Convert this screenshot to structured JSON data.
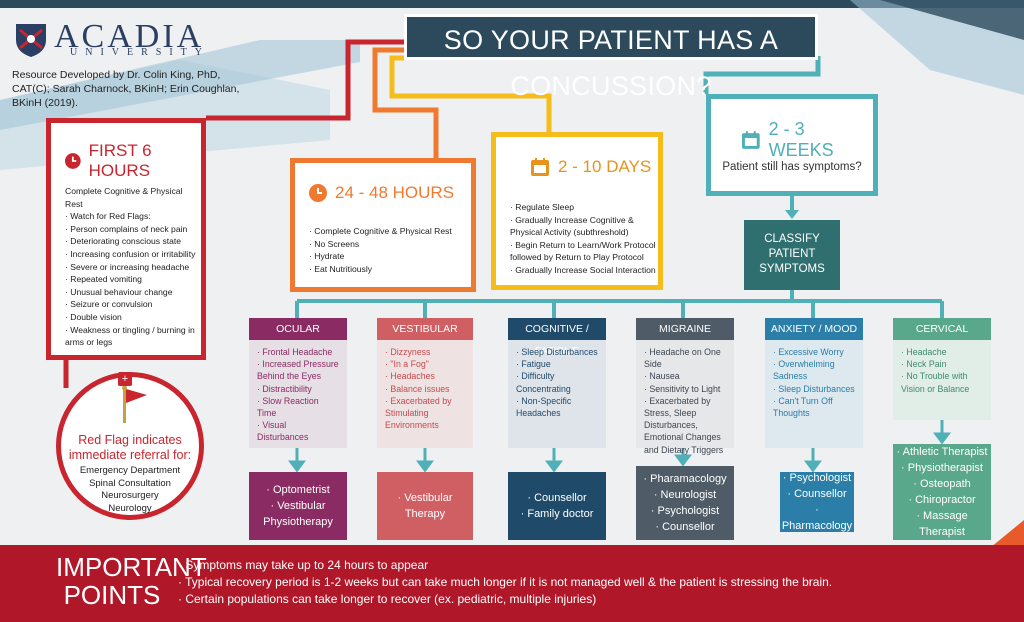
{
  "header": {
    "title": "SO YOUR PATIENT HAS A CONCUSSION?",
    "logo_name": "ACADIA",
    "logo_sub": "UNIVERSITY",
    "credit": "Resource Developed by Dr. Colin King, PhD, CAT(C); Sarah Charnock, BKinH; Erin Coughlan, BKinH (2019)."
  },
  "colors": {
    "first6": "#c8252f",
    "h2448": "#ef7a2f",
    "d210": "#f4bd1c",
    "w23": "#4fb0b8",
    "classify": "#2f6f70",
    "ocular": "#8b2b63",
    "vestibular": "#d05f64",
    "cognitive": "#1f4a6a",
    "migraine": "#4f5b66",
    "anxiety": "#2a7ea7",
    "cervical": "#5aa88c",
    "connector": "#4fb0b8",
    "bottom": "#b0182a"
  },
  "stages": {
    "first6": {
      "icon": "clock-icon",
      "title": "FIRST 6 HOURS",
      "items": [
        "Complete Cognitive & Physical Rest",
        "Watch for Red Flags:",
        "Person complains of neck pain",
        "Deteriorating conscious state",
        "Increasing confusion or irritability",
        "Severe or increasing headache",
        "Repeated vomiting",
        "Unusual behaviour change",
        "Seizure or convulsion",
        "Double vision",
        "Weakness or tingling / burning in arms or legs"
      ]
    },
    "h2448": {
      "icon": "clock-icon",
      "title": "24 - 48 HOURS",
      "items": [
        "Complete Cognitive & Physical Rest",
        "No Screens",
        "Hydrate",
        "Eat Nutritiously"
      ]
    },
    "d210": {
      "icon": "calendar-icon",
      "title": "2 - 10 DAYS",
      "items": [
        "Regulate Sleep",
        "Gradually Increase Cognitive & Physical Activity (subthreshold)",
        "Begin Return to Learn/Work Protocol followed by Return to Play Protocol",
        "Gradually Increase Social Interaction"
      ]
    },
    "w23": {
      "icon": "calendar-icon",
      "title": "2 - 3 WEEKS",
      "question": "Patient still has symptoms?"
    }
  },
  "classify": {
    "line1": "CLASSIFY",
    "line2": "PATIENT",
    "line3": "SYMPTOMS"
  },
  "red_flag": {
    "icon": "red-flag-icon",
    "title_line1": "Red Flag indicates",
    "title_line2": "immediate referral for:",
    "items": [
      "Emergency Department",
      "Spinal Consultation",
      "Neurosurgery",
      "Neurology"
    ]
  },
  "categories": [
    {
      "name": "OCULAR",
      "symptoms": [
        "Frontal Headache",
        "Increased Pressure Behind the Eyes",
        "Distractibility",
        "Slow Reaction Time",
        "Visual Disturbances"
      ],
      "referrals": [
        "Optometrist",
        "Vestibular Physiotherapy"
      ]
    },
    {
      "name": "VESTIBULAR",
      "symptoms": [
        "Dizzyness",
        "\"In a Fog\"",
        "Headaches",
        "Balance issues",
        "Exacerbated by Stimulating Environments"
      ],
      "referrals": [
        "Vestibular Therapy"
      ]
    },
    {
      "name": "COGNITIVE / FATIGUE",
      "symptoms": [
        "Sleep Disturbances",
        "Fatigue",
        "Difficulty Concentrating",
        "Non-Specific Headaches"
      ],
      "referrals": [
        "Counsellor",
        "Family doctor"
      ]
    },
    {
      "name": "MIGRAINE",
      "symptoms": [
        "Headache on One Side",
        "Nausea",
        "Sensitivity to Light",
        "Exacerbated by Stress, Sleep Disturbances, Emotional Changes and Dietary Triggers"
      ],
      "referrals": [
        "Pharamacology",
        "Neurologist",
        "Psychologist",
        "Counsellor"
      ]
    },
    {
      "name": "ANXIETY / MOOD",
      "symptoms": [
        "Excessive Worry",
        "Overwhelming Sadness",
        "Sleep Disturbances",
        "Can't Turn Off Thoughts"
      ],
      "referrals": [
        "Psychologist",
        "Counsellor",
        "Pharmacology"
      ]
    },
    {
      "name": "CERVICAL",
      "symptoms": [
        "Headache",
        "Neck Pain",
        "No Trouble with Vision or Balance"
      ],
      "referrals": [
        "Athletic Therapist",
        "Physiotherapist",
        "Osteopath",
        "Chiropractor",
        "Massage Therapist"
      ]
    }
  ],
  "important": {
    "title_line1": "IMPORTANT",
    "title_line2": "POINTS",
    "points": [
      "Symptoms may take up to 24 hours to appear",
      "Typical recovery period is 1-2 weeks but can take much longer if it is not managed well & the patient is stressing the brain.",
      "Certain populations can take longer to recover (ex. pediatric, multiple injuries)"
    ]
  }
}
